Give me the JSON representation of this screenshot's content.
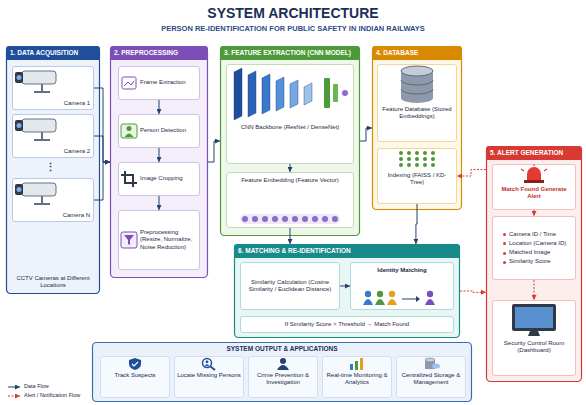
{
  "diagram": {
    "title": "SYSTEM ARCHITECTURE",
    "nodes": [
      {
        "text": [
          "1. DATA ACQUISITION",
          "CCTV Cameras at Different Locations"
        ]
      },
      {
        "text": [
          "Camera 1"
        ],
        "in": 0
      },
      {
        "text": [
          "Camera 2"
        ],
        "in": 0
      },
      {
        "text": [
          "Camera N"
        ],
        "in": 0
      },
      {
        "text": [
          "2. PREPROCESSING"
        ]
      },
      {
        "text": [
          "Frame Extraction"
        ],
        "in": 4
      },
      {
        "text": [
          "Person Detection"
        ],
        "in": 4
      },
      {
        "text": [
          "Image Cropping"
        ],
        "in": 4
      },
      {
        "text": [
          "Preprocessing (Resize, Normalize, Noise Reduction)"
        ],
        "in": 4
      },
      {
        "text": [
          "3. FEATURE EXTRACTION (CNN MODEL)"
        ]
      },
      {
        "text": [
          "CNN Backbone (ResNet / DenseNet)"
        ],
        "in": 9
      },
      {
        "text": [
          "Feature Embedding (Feature Vector)"
        ],
        "in": 9
      },
      {
        "text": [
          "4. DATABASE"
        ]
      },
      {
        "text": [
          "Feature Database (Stored Embeddings)"
        ],
        "in": 12
      },
      {
        "text": [
          "Indexing (FAISS / KD-Tree)"
        ],
        "in": 12
      },
      {
        "text": [
          "5. ALERT GENERATION"
        ]
      },
      {
        "text": [
          "Match Found Generate Alert"
        ],
        "in": 15
      },
      {
        "text": [
          "Camera ID / Time",
          "Location (Camera ID)",
          "Matched Image",
          "Similarity Score"
        ],
        "in": 15
      },
      {
        "text": [
          "Security Control Room (Dashboard)"
        ],
        "in": 15
      },
      {
        "text": [
          "6. MATCHING & RE-IDENTIFICATION"
        ]
      },
      {
        "text": [
          "Similarity Calculation (Cosine Similarity / Euclidean Distance)"
        ],
        "in": 19
      },
      {
        "text": [
          "Identity Matching"
        ],
        "in": 19
      },
      {
        "text": [
          "If Similarity Score > Threshold → Match Found"
        ],
        "in": 19
      },
      {
        "text": [
          "SYSTEM OUTPUT & APPLICATIONS"
        ]
      },
      {
        "text": [
          "Track Suspects"
        ],
        "in": 23
      },
      {
        "text": [
          "Locate Missing Persons"
        ],
        "in": 23
      },
      {
        "text": [
          "Crime Prevention & Investigation"
        ],
        "in": 23
      },
      {
        "text": [
          "Real-time Monitoring & Analytics"
        ],
        "in": 23
      },
      {
        "text": [
          "Centralized Storage & Management"
        ],
        "in": 23
      }
    ],
    "edges": [
      {
        "from": 1,
        "to": 4,
        "arrow": "to"
      },
      {
        "from": 2,
        "to": 4,
        "arrow": "to"
      },
      {
        "from": 3,
        "to": 4,
        "arrow": "to"
      },
      {
        "from": 5,
        "to": 6,
        "arrow": "to"
      },
      {
        "from": 6,
        "to": 7,
        "arrow": "to"
      },
      {
        "from": 7,
        "to": 8,
        "arrow": "to"
      },
      {
        "from": 4,
        "to": 9,
        "arrow": "to"
      },
      {
        "from": 10,
        "to": 11,
        "arrow": "to"
      },
      {
        "from": 9,
        "to": 12,
        "arrow": "to"
      },
      {
        "from": 11,
        "to": 19,
        "arrow": "to"
      },
      {
        "from": 14,
        "to": 19,
        "arrow": "to"
      },
      {
        "from": 15,
        "to": 14,
        "arrow": "to"
      },
      {
        "from": 20,
        "to": 21,
        "arrow": "to"
      },
      {
        "from": 19,
        "to": 15,
        "arrow": "to"
      },
      {
        "from": 16,
        "to": 17,
        "arrow": "to"
      },
      {
        "from": 17,
        "to": 18,
        "arrow": "to"
      }
    ],
    "labels": [
      "PERSON RE-IDENTIFICATION FOR PUBLIC SAFETY IN INDIAN RAILWAYS",
      "⋮"
    ],
    "legend": [
      {
        "text": "Data Flow"
      },
      {
        "text": "Alert / Notification Flow"
      }
    ]
  }
}
